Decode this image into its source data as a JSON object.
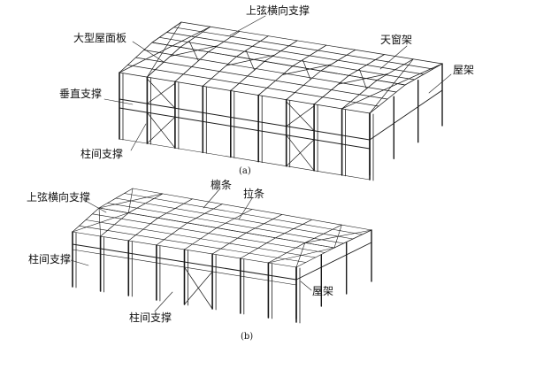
{
  "figure_a": {
    "caption": "(a)",
    "labels": {
      "top_chord_bracing": "上弦横向支撑",
      "large_roof_panel": "大型屋面板",
      "skylight_frame": "天窗架",
      "roof_truss": "屋架",
      "vertical_bracing": "垂直支撑",
      "column_bracing": "柱间支撑"
    }
  },
  "figure_b": {
    "caption": "(b)",
    "labels": {
      "top_chord_bracing": "上弦横向支撑",
      "purlin": "檩条",
      "tie_bar": "拉条",
      "column_bracing_left": "柱间支撑",
      "column_bracing_bottom": "柱间支撑",
      "roof_truss": "屋架"
    }
  }
}
